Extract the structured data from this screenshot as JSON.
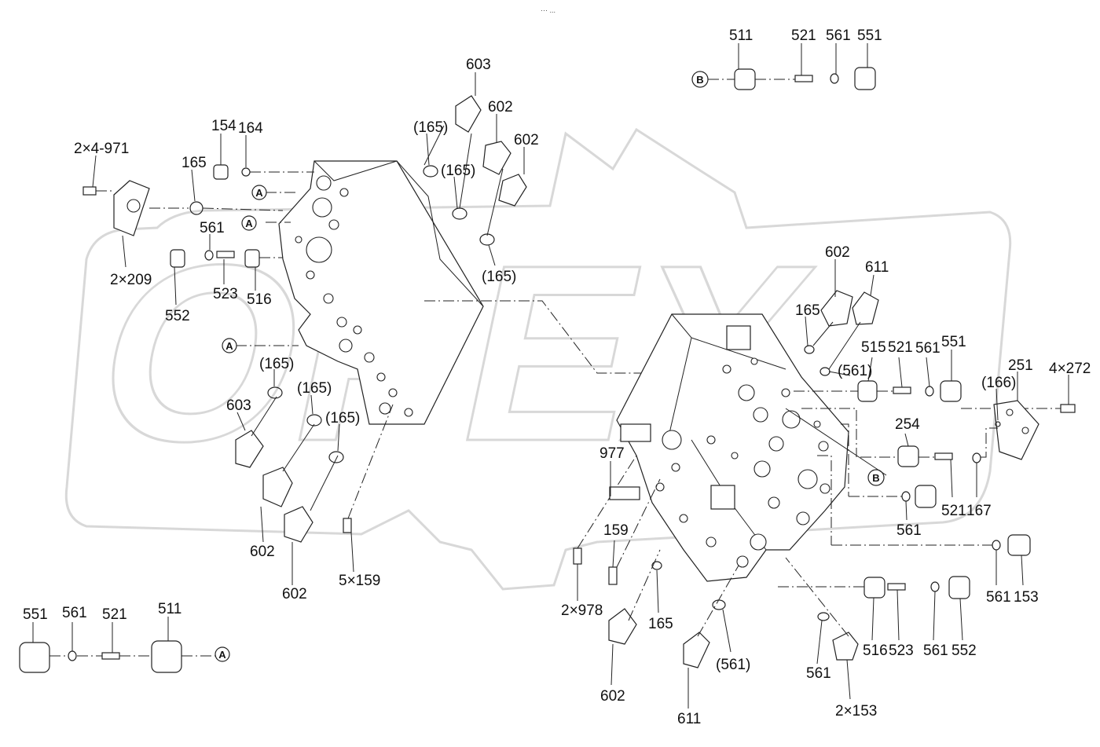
{
  "diagram": {
    "top_marker": "··· ...",
    "callouts": {
      "a": "A",
      "b": "B"
    },
    "labels": {
      "l603a": "603",
      "l602a": "602",
      "l602b": "602",
      "l165a": "(165)",
      "l165b": "(165)",
      "l165c": "(165)",
      "l154": "154",
      "l164": "164",
      "l2x4971": "2×4-971",
      "l165top": "165",
      "l561a": "561",
      "l2x209": "2×209",
      "l552a": "552",
      "l523a": "523",
      "l516a": "516",
      "l165d": "(165)",
      "l165e": "(165)",
      "l165f": "(165)",
      "l603b": "603",
      "l602c": "602",
      "l602d": "602",
      "l5x159": "5×159",
      "l511tr": "511",
      "l521tr": "521",
      "l561tr": "561",
      "l551tr": "551",
      "l602e": "602",
      "l611a": "611",
      "l165g": "165",
      "l561b": "(561)",
      "l515": "515",
      "l521a": "521",
      "l561c": "561",
      "l551a": "551",
      "l166": "(166)",
      "l251": "251",
      "l4x272": "4×272",
      "l254": "254",
      "l521b": "521",
      "l167": "167",
      "l561d": "561",
      "l977": "977",
      "l159": "159",
      "l2x978": "2×978",
      "l165h": "165",
      "l602f": "602",
      "l611b": "611",
      "l561e": "(561)",
      "l561f": "561",
      "l2x153": "2×153",
      "l516b": "516",
      "l523b": "523",
      "l561g": "561",
      "l552b": "552",
      "l561h": "561",
      "l153": "153",
      "l551bl": "551",
      "l561bl": "561",
      "l521bl": "521",
      "l511bl": "511"
    }
  }
}
